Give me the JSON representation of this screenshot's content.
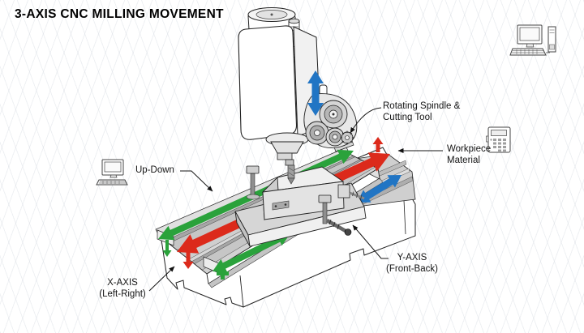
{
  "title": "3-AXIS CNC MILLING MOVEMENT",
  "annotations": {
    "up_down": {
      "label": "Up-Down"
    },
    "rotating_spindle": {
      "line1": "Rotating Spindle &",
      "line2": "Cutting Tool"
    },
    "workpiece": {
      "line1": "Workpiece",
      "line2": "Material"
    },
    "x_axis": {
      "line1": "X-AXIS",
      "line2": "(Left-Right)"
    },
    "y_axis": {
      "line1": "Y-AXIS",
      "line2": "(Front-Back)"
    }
  },
  "colors": {
    "x_axis_arrow": "#dc2a1b",
    "table_arrow_green": "#2aa23b",
    "y_axis_arrow": "#2175c4",
    "z_axis_arrow": "#2175c4",
    "leader_line": "#151515"
  },
  "icons": {
    "left": "computer-terminal-icon",
    "top_right": "computer-workstation-icon",
    "workpiece_panel": "control-keypad-icon"
  }
}
